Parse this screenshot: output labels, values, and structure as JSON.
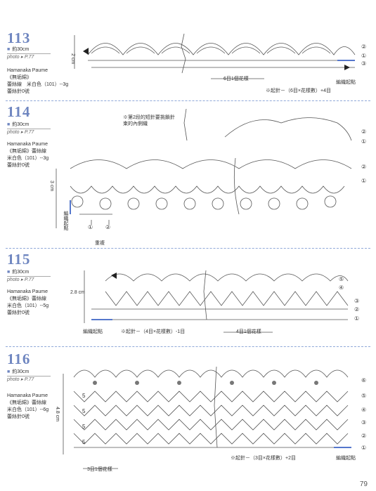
{
  "page_number": "79",
  "patterns": [
    {
      "id": "113",
      "length": "約30cm",
      "photo": "photo ▸ P.77",
      "info": [
        "Hamanaka Paume",
        "《無垢綿》",
        "蕾絲線　米白色（101）--3g",
        "蕾絲針0號"
      ],
      "height": "2 cm",
      "row_labels": [
        "②",
        "①",
        "③"
      ],
      "start_label": "編織起點",
      "repeat_label": "6目1個花樣",
      "formula": "※起針－（6目×花樣數）+4目"
    },
    {
      "id": "114",
      "length": "約30cm",
      "photo": "photo ▸ P.77",
      "info": [
        "Hamanaka Paume",
        "《無垢綿》蕾絲線",
        "米白色（101）--3g",
        "蕾絲針0號"
      ],
      "height": "3 cm",
      "row_labels_top": [
        "②",
        "①"
      ],
      "row_labels_main": [
        "②",
        "①"
      ],
      "note": "※第2段的短針要挑鎖針束的內側織",
      "start_label": "編織起點",
      "bottom_labels": [
        "①",
        "②"
      ],
      "bottom_caption": "重複"
    },
    {
      "id": "115",
      "length": "約30cm",
      "photo": "photo ▸ P.77",
      "info": [
        "Hamanaka Paume",
        "《無垢綿》蕾絲線",
        "米白色（101）--5g",
        "蕾絲針0號"
      ],
      "height": "2.8 cm",
      "row_labels": [
        "⑤",
        "④",
        "③",
        "②",
        "①"
      ],
      "start_label": "編織起點",
      "formula": "※起針－（4目×花樣數）-1目",
      "repeat_label": "4目1個花樣"
    },
    {
      "id": "116",
      "length": "約30cm",
      "photo": "photo ▸ P.77",
      "info": [
        "Hamanaka Paume",
        "《無垢綿》蕾絲線",
        "米白色（101）--6g",
        "蕾絲針0號"
      ],
      "height": "4.8 cm",
      "row_labels": [
        "⑥",
        "⑤",
        "④",
        "③",
        "②",
        "①"
      ],
      "inner_marks": [
        "5",
        "5",
        "5",
        "5"
      ],
      "formula": "※起針－（3目×花樣數）+2目",
      "start_label": "編織起點",
      "repeat_label": "3目1個花樣"
    }
  ]
}
